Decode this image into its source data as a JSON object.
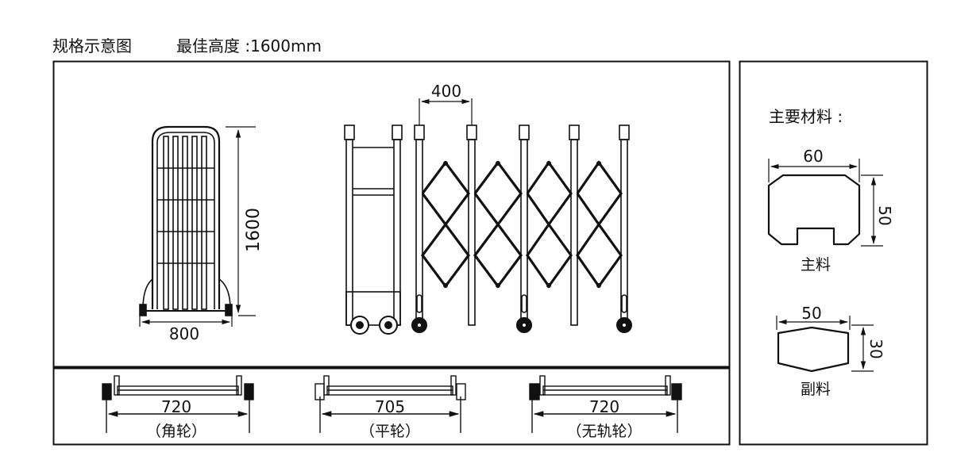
{
  "header": {
    "title": "规格示意图",
    "best_height": "最佳高度 :1600mm"
  },
  "front_view": {
    "height_label": "1600",
    "width_label": "800"
  },
  "expanded_view": {
    "spacing_label": "400"
  },
  "wheels": [
    {
      "width_label": "720",
      "name": "（角轮）"
    },
    {
      "width_label": "705",
      "name": "（平轮）"
    },
    {
      "width_label": "720",
      "name": "（无轨轮）"
    }
  ],
  "materials": {
    "heading": "主要材料 :",
    "main": {
      "width_label": "60",
      "height_label": "50",
      "name": "主料"
    },
    "secondary": {
      "width_label": "50",
      "height_label": "30",
      "name": "副料"
    }
  },
  "colors": {
    "line": "#111111",
    "background": "#ffffff"
  }
}
